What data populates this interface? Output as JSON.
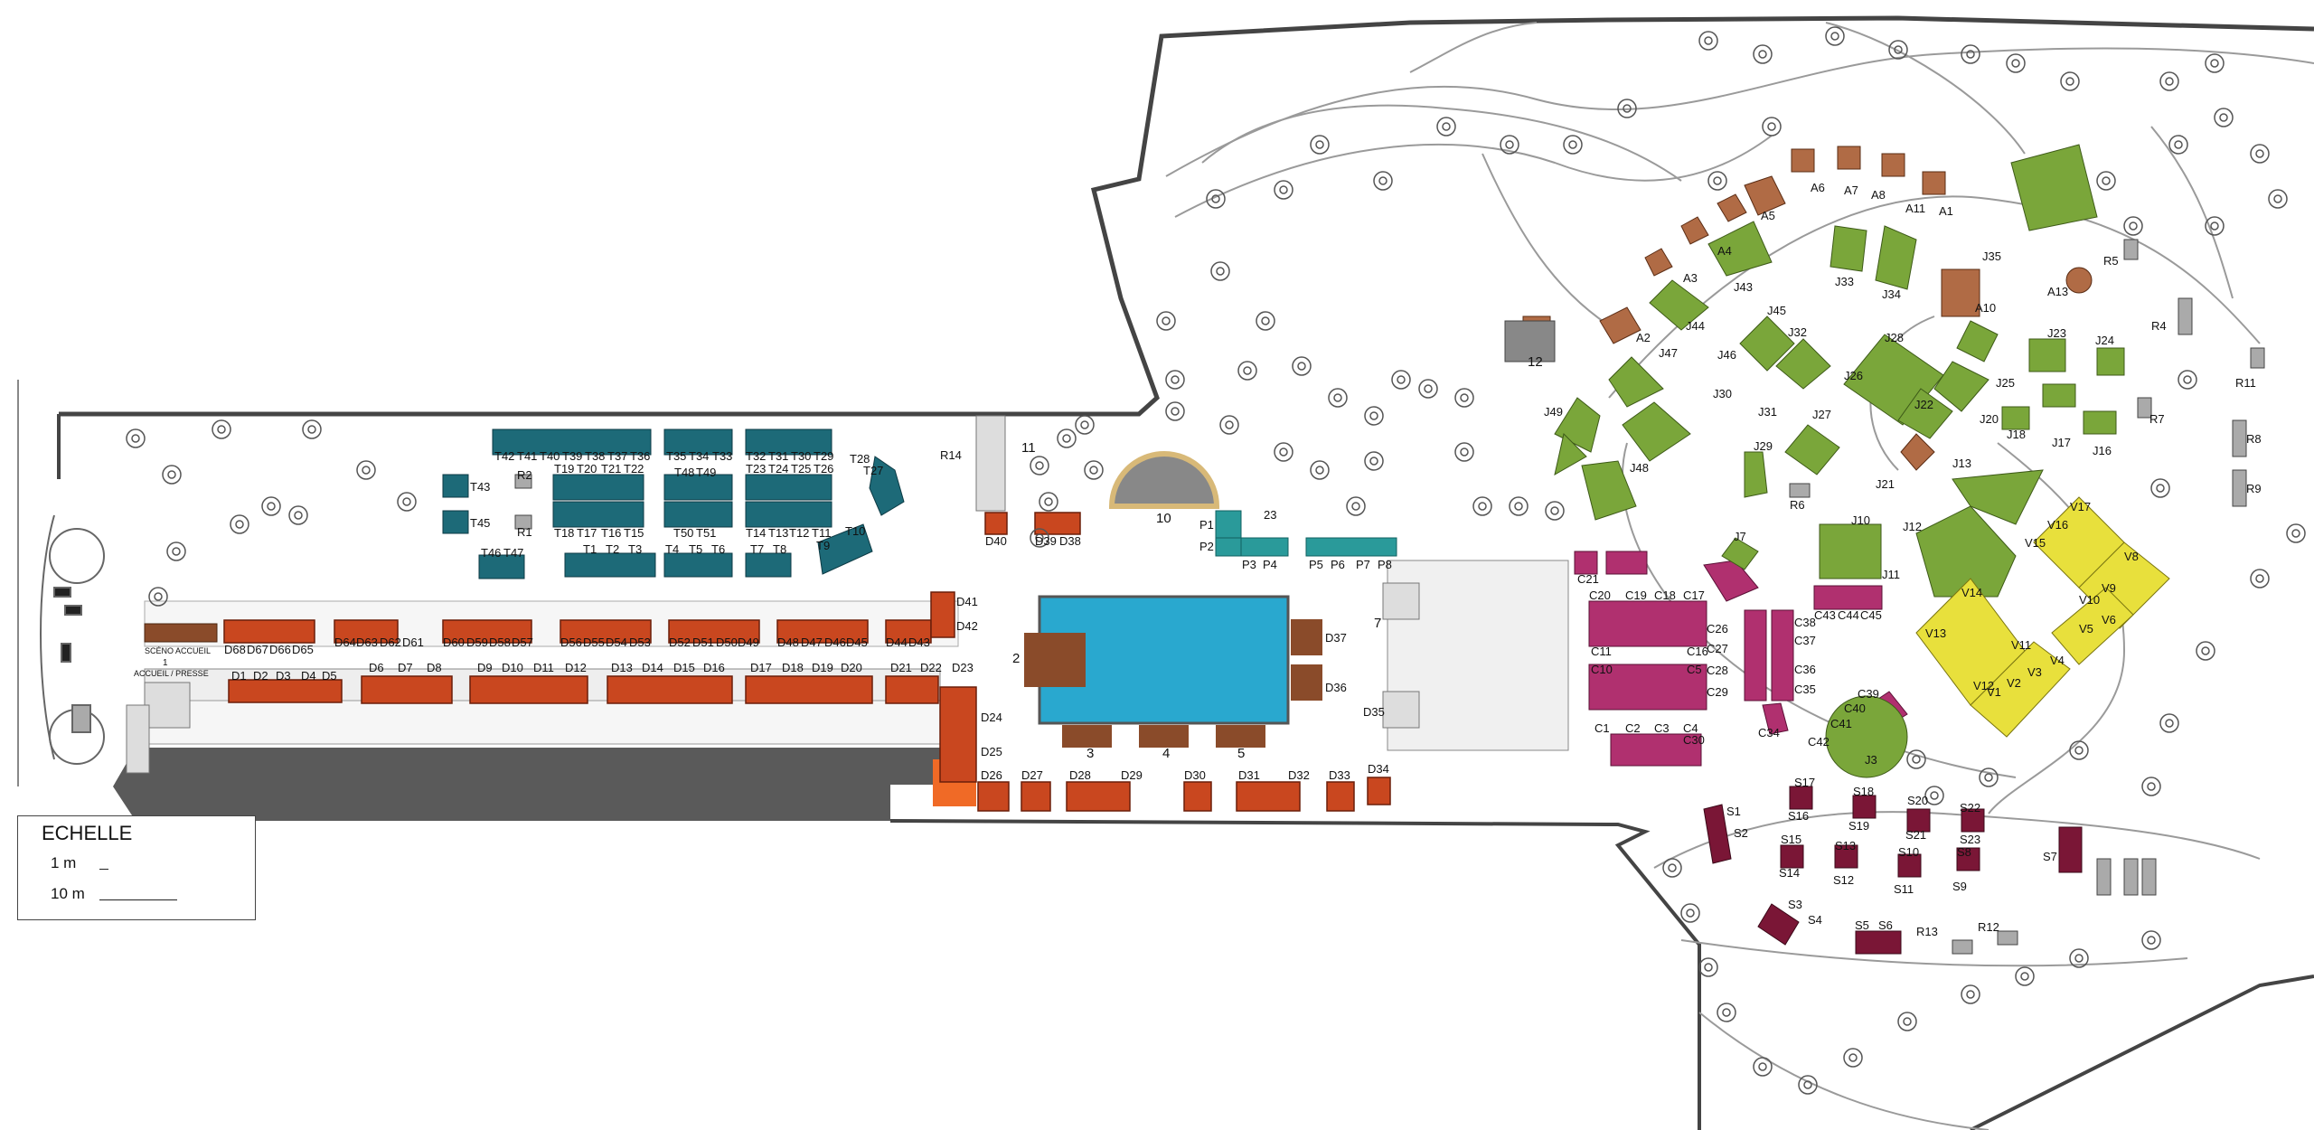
{
  "legend": {
    "title": "ECHELLE",
    "row1": "1 m",
    "row2": "10 m"
  },
  "colors": {
    "stand_red": "#c9471f",
    "stand_brown": "#8a4b2a",
    "stand_teal": "#1d6a78",
    "stand_green": "#7aa63a",
    "stand_magenta": "#b0306f",
    "stand_yellow": "#e8e03c",
    "stand_maroon": "#7a1636",
    "stand_cyan": "#2a9a9a",
    "pool": "#29a8cf",
    "wall": "#444444",
    "dark_band": "#5a5a5a"
  },
  "zones": {
    "accueil": "ACCUEIL / PRESSE",
    "sceno": "SCÉNO ACCUEIL",
    "sceno_num": "1"
  },
  "labels": [
    {
      "id": "d1",
      "text": "D1"
    },
    {
      "id": "d2",
      "text": "D2"
    },
    {
      "id": "d3",
      "text": "D3"
    },
    {
      "id": "d4",
      "text": "D4"
    },
    {
      "id": "d5",
      "text": "D5"
    },
    {
      "id": "d6",
      "text": "D6"
    },
    {
      "id": "d7",
      "text": "D7"
    },
    {
      "id": "d8",
      "text": "D8"
    },
    {
      "id": "d9",
      "text": "D9"
    },
    {
      "id": "d10",
      "text": "D10"
    },
    {
      "id": "d11",
      "text": "D11"
    },
    {
      "id": "d12",
      "text": "D12"
    },
    {
      "id": "d13",
      "text": "D13"
    },
    {
      "id": "d14",
      "text": "D14"
    },
    {
      "id": "d15",
      "text": "D15"
    },
    {
      "id": "d16",
      "text": "D16"
    },
    {
      "id": "d17",
      "text": "D17"
    },
    {
      "id": "d18",
      "text": "D18"
    },
    {
      "id": "d19",
      "text": "D19"
    },
    {
      "id": "d20",
      "text": "D20"
    },
    {
      "id": "d21",
      "text": "D21"
    },
    {
      "id": "d22",
      "text": "D22"
    },
    {
      "id": "d23",
      "text": "D23"
    },
    {
      "id": "d24",
      "text": "D24"
    },
    {
      "id": "d25",
      "text": "D25"
    },
    {
      "id": "d26",
      "text": "D26"
    },
    {
      "id": "d27",
      "text": "D27"
    },
    {
      "id": "d28",
      "text": "D28"
    },
    {
      "id": "d29",
      "text": "D29"
    },
    {
      "id": "d30",
      "text": "D30"
    },
    {
      "id": "d31",
      "text": "D31"
    },
    {
      "id": "d32",
      "text": "D32"
    },
    {
      "id": "d33",
      "text": "D33"
    },
    {
      "id": "d34",
      "text": "D34"
    },
    {
      "id": "d35",
      "text": "D35"
    },
    {
      "id": "d36",
      "text": "D36"
    },
    {
      "id": "d37",
      "text": "D37"
    },
    {
      "id": "d38",
      "text": "D38"
    },
    {
      "id": "d39",
      "text": "D39"
    },
    {
      "id": "d40",
      "text": "D40"
    },
    {
      "id": "d41",
      "text": "D41"
    },
    {
      "id": "d42",
      "text": "D42"
    },
    {
      "id": "d43",
      "text": "D43"
    },
    {
      "id": "d44",
      "text": "D44"
    },
    {
      "id": "d45",
      "text": "D45"
    },
    {
      "id": "d46",
      "text": "D46"
    },
    {
      "id": "d47",
      "text": "D47"
    },
    {
      "id": "d48",
      "text": "D48"
    },
    {
      "id": "d49",
      "text": "D49"
    },
    {
      "id": "d50",
      "text": "D50"
    },
    {
      "id": "d51",
      "text": "D51"
    },
    {
      "id": "d52",
      "text": "D52"
    },
    {
      "id": "d53",
      "text": "D53"
    },
    {
      "id": "d54",
      "text": "D54"
    },
    {
      "id": "d55",
      "text": "D55"
    },
    {
      "id": "d56",
      "text": "D56"
    },
    {
      "id": "d57",
      "text": "D57"
    },
    {
      "id": "d58",
      "text": "D58"
    },
    {
      "id": "d59",
      "text": "D59"
    },
    {
      "id": "d60",
      "text": "D60"
    },
    {
      "id": "d61",
      "text": "D61"
    },
    {
      "id": "d62",
      "text": "D62"
    },
    {
      "id": "d63",
      "text": "D63"
    },
    {
      "id": "d64",
      "text": "D64"
    },
    {
      "id": "d65",
      "text": "D65"
    },
    {
      "id": "d66",
      "text": "D66"
    },
    {
      "id": "d67",
      "text": "D67"
    },
    {
      "id": "d68",
      "text": "D68"
    },
    {
      "id": "t1",
      "text": "T1"
    },
    {
      "id": "t2",
      "text": "T2"
    },
    {
      "id": "t3",
      "text": "T3"
    },
    {
      "id": "t4",
      "text": "T4"
    },
    {
      "id": "t5",
      "text": "T5"
    },
    {
      "id": "t6",
      "text": "T6"
    },
    {
      "id": "t7",
      "text": "T7"
    },
    {
      "id": "t8",
      "text": "T8"
    },
    {
      "id": "t9",
      "text": "T9"
    },
    {
      "id": "t10",
      "text": "T10"
    },
    {
      "id": "t11",
      "text": "T11"
    },
    {
      "id": "t12",
      "text": "T12"
    },
    {
      "id": "t13",
      "text": "T13"
    },
    {
      "id": "t14",
      "text": "T14"
    },
    {
      "id": "t15",
      "text": "T15"
    },
    {
      "id": "t16",
      "text": "T16"
    },
    {
      "id": "t17",
      "text": "T17"
    },
    {
      "id": "t18",
      "text": "T18"
    },
    {
      "id": "t19",
      "text": "T19"
    },
    {
      "id": "t20",
      "text": "T20"
    },
    {
      "id": "t21",
      "text": "T21"
    },
    {
      "id": "t22",
      "text": "T22"
    },
    {
      "id": "t23",
      "text": "T23"
    },
    {
      "id": "t24",
      "text": "T24"
    },
    {
      "id": "t25",
      "text": "T25"
    },
    {
      "id": "t26",
      "text": "T26"
    },
    {
      "id": "t27",
      "text": "T27"
    },
    {
      "id": "t28",
      "text": "T28"
    },
    {
      "id": "t29",
      "text": "T29"
    },
    {
      "id": "t30",
      "text": "T30"
    },
    {
      "id": "t31",
      "text": "T31"
    },
    {
      "id": "t32",
      "text": "T32"
    },
    {
      "id": "t33",
      "text": "T33"
    },
    {
      "id": "t34",
      "text": "T34"
    },
    {
      "id": "t35",
      "text": "T35"
    },
    {
      "id": "t36",
      "text": "T36"
    },
    {
      "id": "t37",
      "text": "T37"
    },
    {
      "id": "t38",
      "text": "T38"
    },
    {
      "id": "t39",
      "text": "T39"
    },
    {
      "id": "t40",
      "text": "T40"
    },
    {
      "id": "t41",
      "text": "T41"
    },
    {
      "id": "t42",
      "text": "T42"
    },
    {
      "id": "t43",
      "text": "T43"
    },
    {
      "id": "t45",
      "text": "T45"
    },
    {
      "id": "t46",
      "text": "T46"
    },
    {
      "id": "t47",
      "text": "T47"
    },
    {
      "id": "t48",
      "text": "T48"
    },
    {
      "id": "t49",
      "text": "T49"
    },
    {
      "id": "t50",
      "text": "T50"
    },
    {
      "id": "t51",
      "text": "T51"
    },
    {
      "id": "r1",
      "text": "R1"
    },
    {
      "id": "r2",
      "text": "R2"
    },
    {
      "id": "r4",
      "text": "R4"
    },
    {
      "id": "r5",
      "text": "R5"
    },
    {
      "id": "r6",
      "text": "R6"
    },
    {
      "id": "r7",
      "text": "R7"
    },
    {
      "id": "r8",
      "text": "R8"
    },
    {
      "id": "r9",
      "text": "R9"
    },
    {
      "id": "r11",
      "text": "R11"
    },
    {
      "id": "r12",
      "text": "R12"
    },
    {
      "id": "r13",
      "text": "R13"
    },
    {
      "id": "r14",
      "text": "R14"
    },
    {
      "id": "p1",
      "text": "P1"
    },
    {
      "id": "p2",
      "text": "P2"
    },
    {
      "id": "p3",
      "text": "P3"
    },
    {
      "id": "p4",
      "text": "P4"
    },
    {
      "id": "p5",
      "text": "P5"
    },
    {
      "id": "p6",
      "text": "P6"
    },
    {
      "id": "p7",
      "text": "P7"
    },
    {
      "id": "p8",
      "text": "P8"
    },
    {
      "id": "n2",
      "text": "2"
    },
    {
      "id": "n3",
      "text": "3"
    },
    {
      "id": "n4",
      "text": "4"
    },
    {
      "id": "n5",
      "text": "5"
    },
    {
      "id": "n7",
      "text": "7"
    },
    {
      "id": "n10",
      "text": "10"
    },
    {
      "id": "n11",
      "text": "11"
    },
    {
      "id": "n12",
      "text": "12"
    },
    {
      "id": "n23",
      "text": "23"
    },
    {
      "id": "c1",
      "text": "C1"
    },
    {
      "id": "c2",
      "text": "C2"
    },
    {
      "id": "c3",
      "text": "C3"
    },
    {
      "id": "c4",
      "text": "C4"
    },
    {
      "id": "c5",
      "text": "C5"
    },
    {
      "id": "c10",
      "text": "C10"
    },
    {
      "id": "c11",
      "text": "C11"
    },
    {
      "id": "c16",
      "text": "C16"
    },
    {
      "id": "c17",
      "text": "C17"
    },
    {
      "id": "c18",
      "text": "C18"
    },
    {
      "id": "c19",
      "text": "C19"
    },
    {
      "id": "c20",
      "text": "C20"
    },
    {
      "id": "c21",
      "text": "C21"
    },
    {
      "id": "c26",
      "text": "C26"
    },
    {
      "id": "c27",
      "text": "C27"
    },
    {
      "id": "c28",
      "text": "C28"
    },
    {
      "id": "c29",
      "text": "C29"
    },
    {
      "id": "c30",
      "text": "C30"
    },
    {
      "id": "c34",
      "text": "C34"
    },
    {
      "id": "c35",
      "text": "C35"
    },
    {
      "id": "c36",
      "text": "C36"
    },
    {
      "id": "c37",
      "text": "C37"
    },
    {
      "id": "c38",
      "text": "C38"
    },
    {
      "id": "c39",
      "text": "C39"
    },
    {
      "id": "c40",
      "text": "C40"
    },
    {
      "id": "c41",
      "text": "C41"
    },
    {
      "id": "c42",
      "text": "C42"
    },
    {
      "id": "c43",
      "text": "C43"
    },
    {
      "id": "c44",
      "text": "C44"
    },
    {
      "id": "c45",
      "text": "C45"
    },
    {
      "id": "a1",
      "text": "A1"
    },
    {
      "id": "a2",
      "text": "A2"
    },
    {
      "id": "a3",
      "text": "A3"
    },
    {
      "id": "a4",
      "text": "A4"
    },
    {
      "id": "a5",
      "text": "A5"
    },
    {
      "id": "a6",
      "text": "A6"
    },
    {
      "id": "a7",
      "text": "A7"
    },
    {
      "id": "a8",
      "text": "A8"
    },
    {
      "id": "a10",
      "text": "A10"
    },
    {
      "id": "a11",
      "text": "A11"
    },
    {
      "id": "a13",
      "text": "A13"
    },
    {
      "id": "j3",
      "text": "J3"
    },
    {
      "id": "j7",
      "text": "J7"
    },
    {
      "id": "j10",
      "text": "J10"
    },
    {
      "id": "j11",
      "text": "J11"
    },
    {
      "id": "j12",
      "text": "J12"
    },
    {
      "id": "j13",
      "text": "J13"
    },
    {
      "id": "j16",
      "text": "J16"
    },
    {
      "id": "j17",
      "text": "J17"
    },
    {
      "id": "j18",
      "text": "J18"
    },
    {
      "id": "j20",
      "text": "J20"
    },
    {
      "id": "j21",
      "text": "J21"
    },
    {
      "id": "j22",
      "text": "J22"
    },
    {
      "id": "j23",
      "text": "J23"
    },
    {
      "id": "j24",
      "text": "J24"
    },
    {
      "id": "j25",
      "text": "J25"
    },
    {
      "id": "j26",
      "text": "J26"
    },
    {
      "id": "j27",
      "text": "J27"
    },
    {
      "id": "j28",
      "text": "J28"
    },
    {
      "id": "j29",
      "text": "J29"
    },
    {
      "id": "j30",
      "text": "J30"
    },
    {
      "id": "j31",
      "text": "J31"
    },
    {
      "id": "j32",
      "text": "J32"
    },
    {
      "id": "j33",
      "text": "J33"
    },
    {
      "id": "j34",
      "text": "J34"
    },
    {
      "id": "j35",
      "text": "J35"
    },
    {
      "id": "j43",
      "text": "J43"
    },
    {
      "id": "j44",
      "text": "J44"
    },
    {
      "id": "j45",
      "text": "J45"
    },
    {
      "id": "j46",
      "text": "J46"
    },
    {
      "id": "j47",
      "text": "J47"
    },
    {
      "id": "j48",
      "text": "J48"
    },
    {
      "id": "j49",
      "text": "J49"
    },
    {
      "id": "v1",
      "text": "V1"
    },
    {
      "id": "v2",
      "text": "V2"
    },
    {
      "id": "v3",
      "text": "V3"
    },
    {
      "id": "v4",
      "text": "V4"
    },
    {
      "id": "v5",
      "text": "V5"
    },
    {
      "id": "v6",
      "text": "V6"
    },
    {
      "id": "v8",
      "text": "V8"
    },
    {
      "id": "v9",
      "text": "V9"
    },
    {
      "id": "v10",
      "text": "V10"
    },
    {
      "id": "v11",
      "text": "V11"
    },
    {
      "id": "v12",
      "text": "V12"
    },
    {
      "id": "v13",
      "text": "V13"
    },
    {
      "id": "v14",
      "text": "V14"
    },
    {
      "id": "v15",
      "text": "V15"
    },
    {
      "id": "v16",
      "text": "V16"
    },
    {
      "id": "v17",
      "text": "V17"
    },
    {
      "id": "s1",
      "text": "S1"
    },
    {
      "id": "s2",
      "text": "S2"
    },
    {
      "id": "s3",
      "text": "S3"
    },
    {
      "id": "s4",
      "text": "S4"
    },
    {
      "id": "s5",
      "text": "S5"
    },
    {
      "id": "s6",
      "text": "S6"
    },
    {
      "id": "s7",
      "text": "S7"
    },
    {
      "id": "s8",
      "text": "S8"
    },
    {
      "id": "s9",
      "text": "S9"
    },
    {
      "id": "s10",
      "text": "S10"
    },
    {
      "id": "s11",
      "text": "S11"
    },
    {
      "id": "s12",
      "text": "S12"
    },
    {
      "id": "s13",
      "text": "S13"
    },
    {
      "id": "s14",
      "text": "S14"
    },
    {
      "id": "s15",
      "text": "S15"
    },
    {
      "id": "s16",
      "text": "S16"
    },
    {
      "id": "s17",
      "text": "S17"
    },
    {
      "id": "s18",
      "text": "S18"
    },
    {
      "id": "s19",
      "text": "S19"
    },
    {
      "id": "s20",
      "text": "S20"
    },
    {
      "id": "s21",
      "text": "S21"
    },
    {
      "id": "s22",
      "text": "S22"
    },
    {
      "id": "s23",
      "text": "S23"
    }
  ]
}
